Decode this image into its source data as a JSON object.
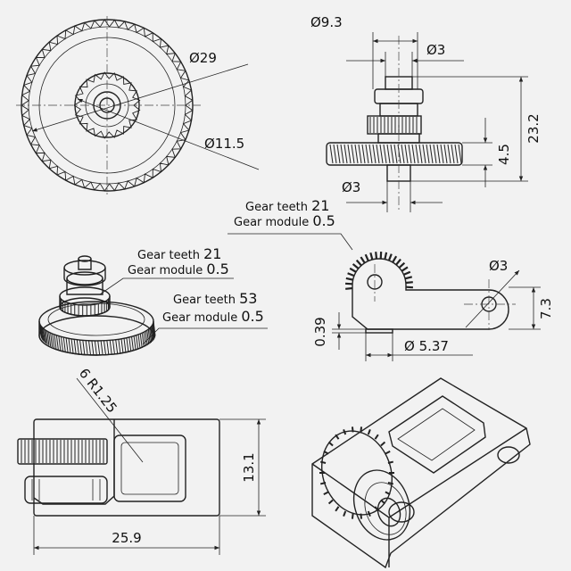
{
  "dimensions": {
    "d29": "Ø29",
    "d11_5": "Ø11.5",
    "d9_3": "Ø9.3",
    "d3_top": "Ø3",
    "d3_bottom": "Ø3",
    "h23_2": "23.2",
    "h4_5": "4.5",
    "d3_arm": "Ø3",
    "h7_3": "7.3",
    "h0_39": "0.39",
    "w5_37": "Ø 5.37",
    "h13_1": "13.1",
    "w25_9": "25.9",
    "r_label": "6 R1.25"
  },
  "labels": {
    "small_gear_a": {
      "teeth_text": "Gear teeth",
      "teeth_num": "21",
      "module_text": "Gear module",
      "module_num": "0.5"
    },
    "small_gear_b": {
      "teeth_text": "Gear teeth",
      "teeth_num": "21",
      "module_text": "Gear module",
      "module_num": "0.5"
    },
    "large_gear": {
      "teeth_text": "Gear teeth",
      "teeth_num": "53",
      "module_text": "Gear module",
      "module_num": "0.5"
    }
  }
}
